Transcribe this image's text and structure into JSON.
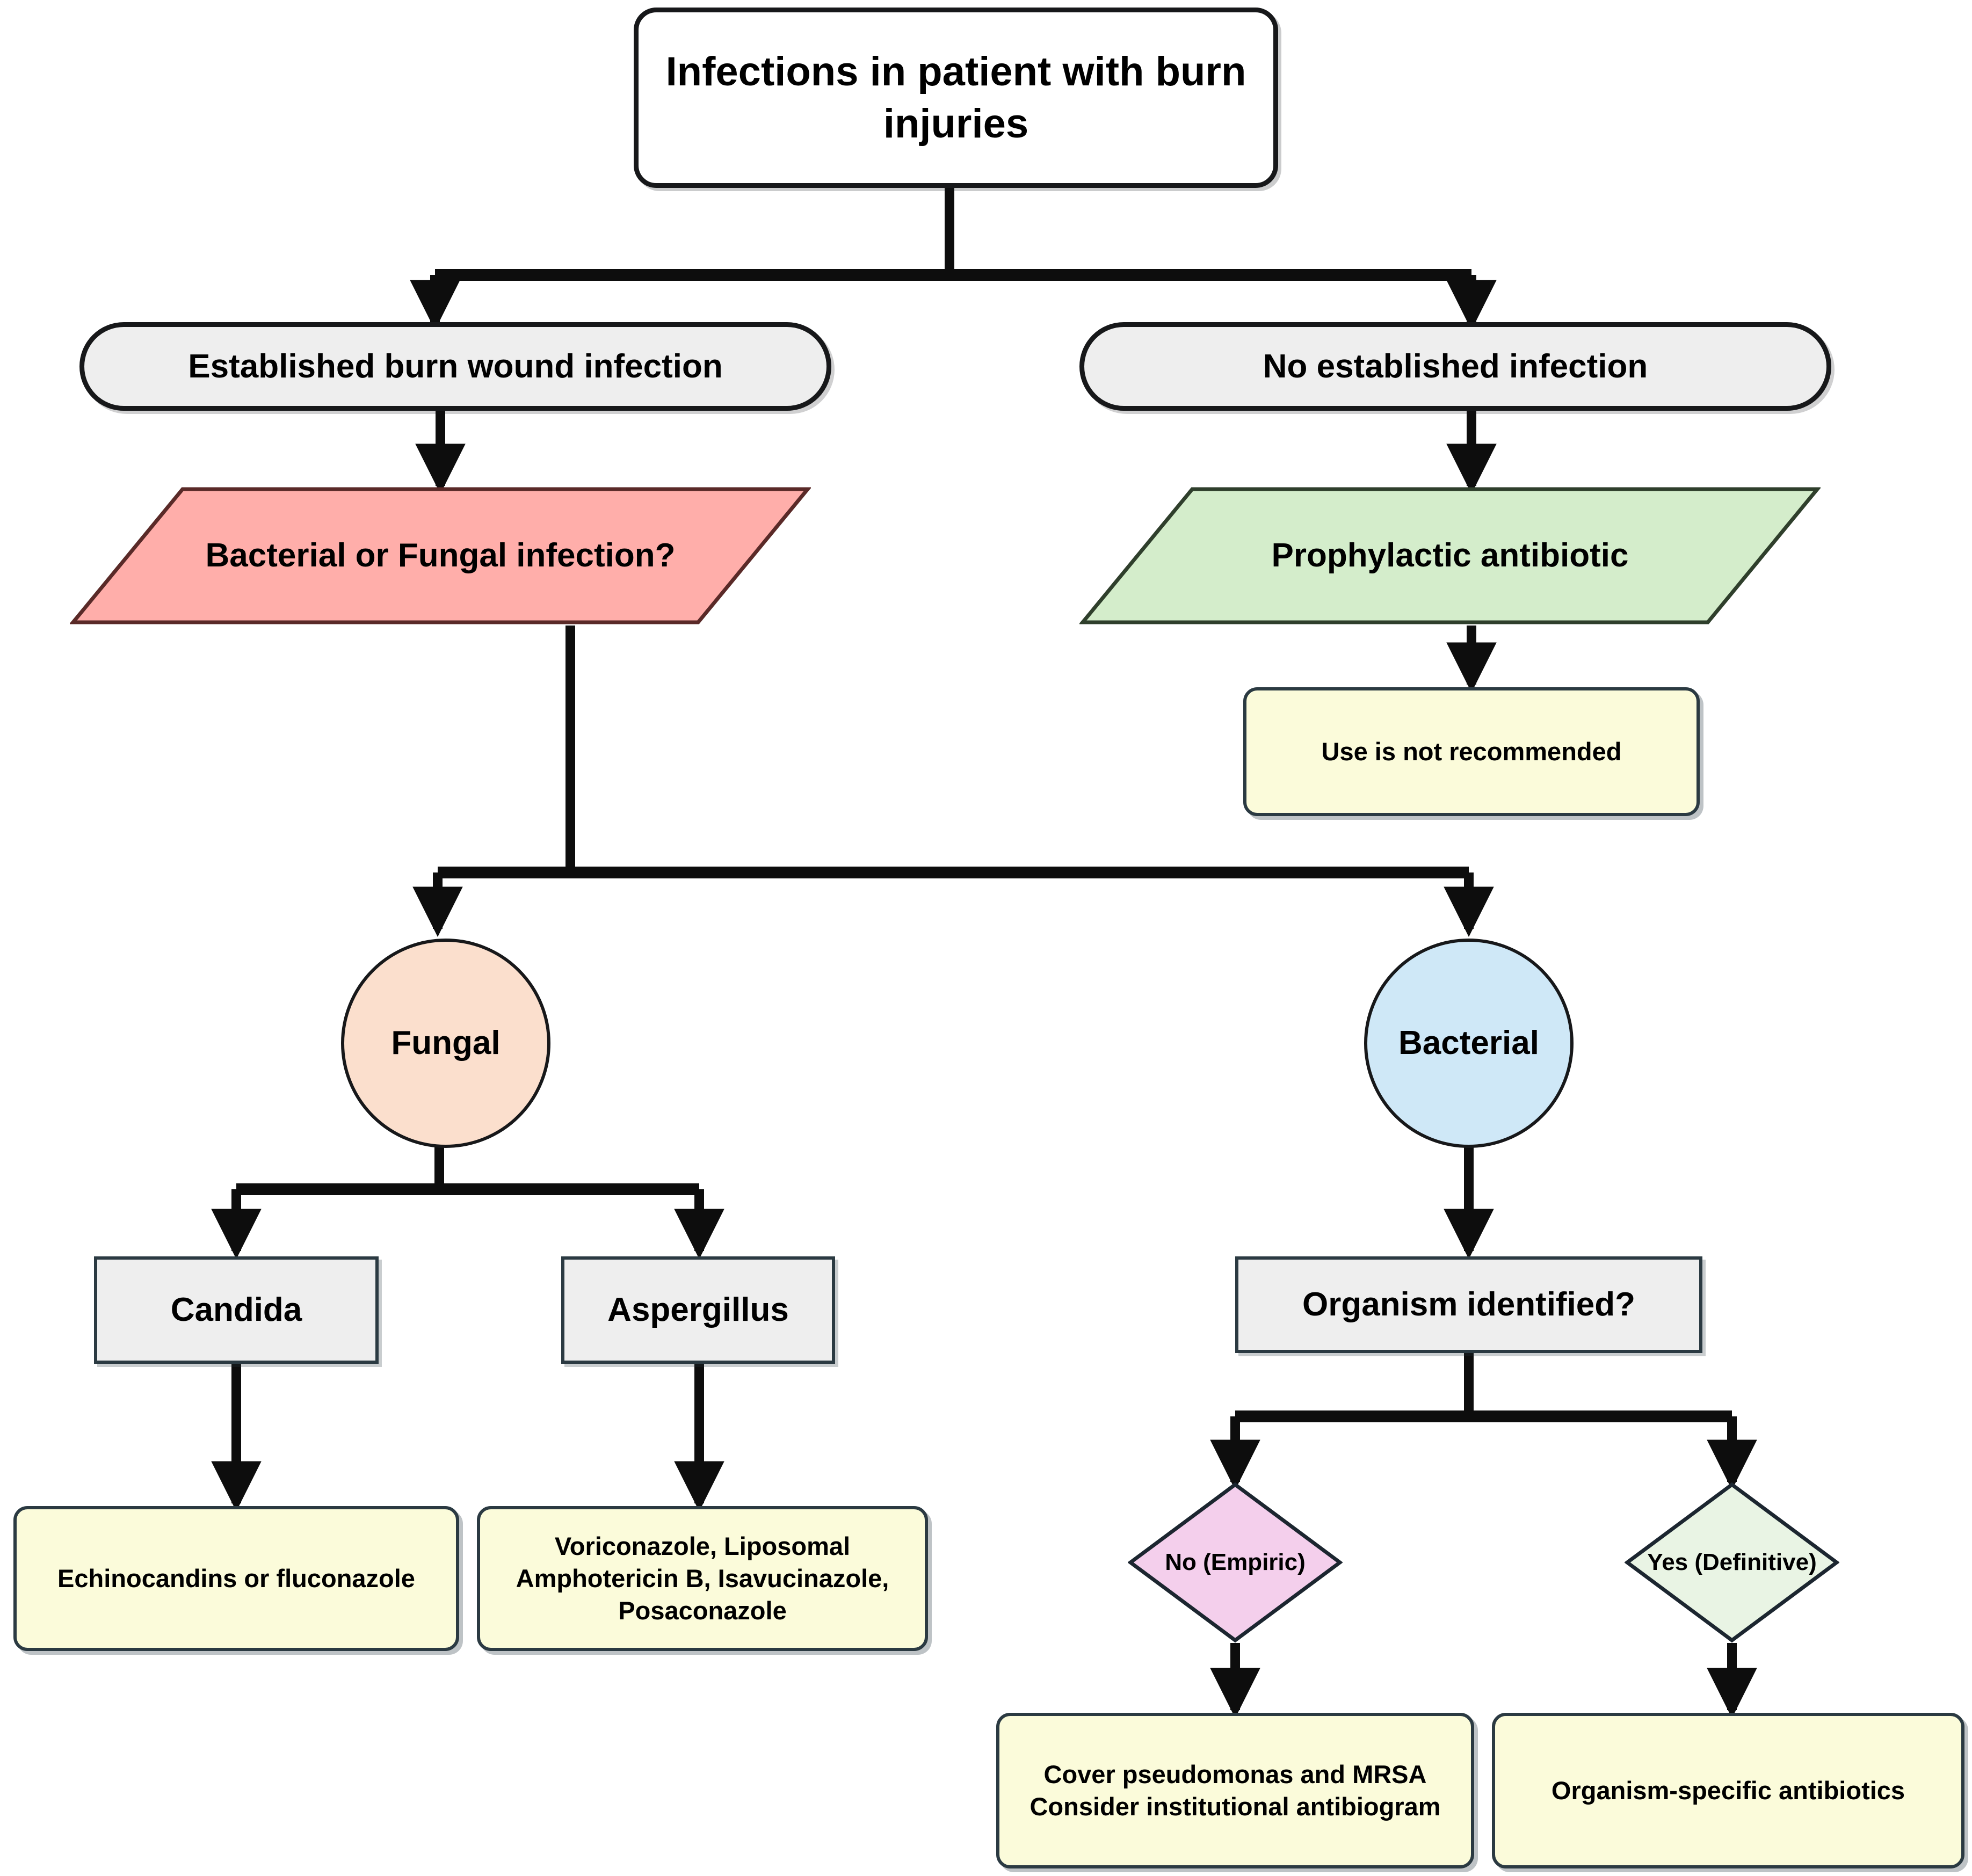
{
  "diagram": {
    "title": "Infections in patient with burn injuries",
    "type": "clinical-decision-flowchart",
    "colors": {
      "stroke_dark": "#17181a",
      "stroke_slate": "#2b3a42",
      "grey_fill": "#eeeeee",
      "white_fill": "#ffffff",
      "pink_fill": "#ffaeaa",
      "green_fill": "#d4edcb",
      "yellow_fill": "#fbfbda",
      "peach_fill": "#fbdfcd",
      "blue_fill": "#cfe8f7",
      "magenta_fill": "#f4cfec",
      "mint_fill": "#e9f4e4"
    },
    "nodes": {
      "root": {
        "label": "Infections in patient with burn injuries",
        "shape": "rounded-rectangle"
      },
      "established": {
        "label": "Established burn wound infection",
        "shape": "stadium"
      },
      "no_established": {
        "label": "No established infection",
        "shape": "stadium"
      },
      "bact_or_fungal": {
        "label": "Bacterial or Fungal infection?",
        "shape": "parallelogram"
      },
      "prophylactic": {
        "label": "Prophylactic antibiotic",
        "shape": "parallelogram"
      },
      "not_recommended": {
        "label": "Use is not recommended",
        "shape": "note"
      },
      "fungal": {
        "label": "Fungal",
        "shape": "circle"
      },
      "bacterial": {
        "label": "Bacterial",
        "shape": "circle"
      },
      "candida": {
        "label": "Candida",
        "shape": "rectangle"
      },
      "aspergillus": {
        "label": "Aspergillus",
        "shape": "rectangle"
      },
      "organism_identified": {
        "label": "Organism identified?",
        "shape": "rectangle"
      },
      "candida_tx": {
        "label": "Echinocandins or fluconazole",
        "shape": "note"
      },
      "aspergillus_tx": {
        "label": "Voriconazole, Liposomal Amphotericin B, Isavucinazole, Posaconazole",
        "shape": "note"
      },
      "no_empiric": {
        "label": "No (Empiric)",
        "shape": "diamond"
      },
      "yes_definitive": {
        "label": "Yes (Definitive)",
        "shape": "diamond"
      },
      "empiric_tx": {
        "label": "Cover pseudomonas and MRSA Consider institutional antibiogram",
        "shape": "note"
      },
      "definitive_tx": {
        "label": "Organism-specific antibiotics",
        "shape": "note"
      }
    },
    "edges": [
      {
        "from": "root",
        "to": "established"
      },
      {
        "from": "root",
        "to": "no_established"
      },
      {
        "from": "established",
        "to": "bact_or_fungal"
      },
      {
        "from": "no_established",
        "to": "prophylactic"
      },
      {
        "from": "prophylactic",
        "to": "not_recommended"
      },
      {
        "from": "bact_or_fungal",
        "to": "fungal"
      },
      {
        "from": "bact_or_fungal",
        "to": "bacterial"
      },
      {
        "from": "fungal",
        "to": "candida"
      },
      {
        "from": "fungal",
        "to": "aspergillus"
      },
      {
        "from": "bacterial",
        "to": "organism_identified"
      },
      {
        "from": "candida",
        "to": "candida_tx"
      },
      {
        "from": "aspergillus",
        "to": "aspergillus_tx"
      },
      {
        "from": "organism_identified",
        "to": "no_empiric"
      },
      {
        "from": "organism_identified",
        "to": "yes_definitive"
      },
      {
        "from": "no_empiric",
        "to": "empiric_tx"
      },
      {
        "from": "yes_definitive",
        "to": "definitive_tx"
      }
    ]
  }
}
